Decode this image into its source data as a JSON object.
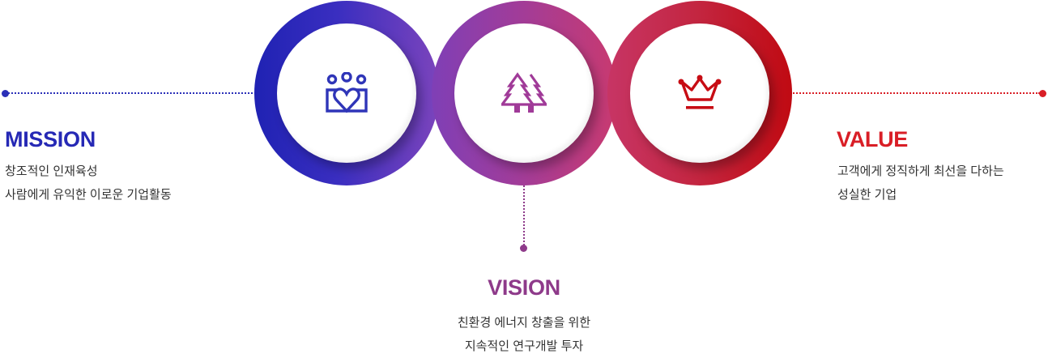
{
  "colors": {
    "mission": "#2629b5",
    "vision": "#8e3a8a",
    "value": "#d91e26",
    "text": "#333333"
  },
  "mission": {
    "title": "MISSION",
    "icon": "people-heart-icon",
    "lines": [
      "창조적인 인재육성",
      "사람에게 유익한 이로운 기업활동"
    ]
  },
  "vision": {
    "title": "VISION",
    "icon": "trees-icon",
    "lines": [
      "친환경 에너지 창출을 위한",
      "지속적인 연구개발 투자"
    ]
  },
  "value": {
    "title": "VALUE",
    "icon": "crown-icon",
    "lines": [
      "고객에게 정직하게 최선을 다하는",
      "성실한 기업"
    ]
  }
}
